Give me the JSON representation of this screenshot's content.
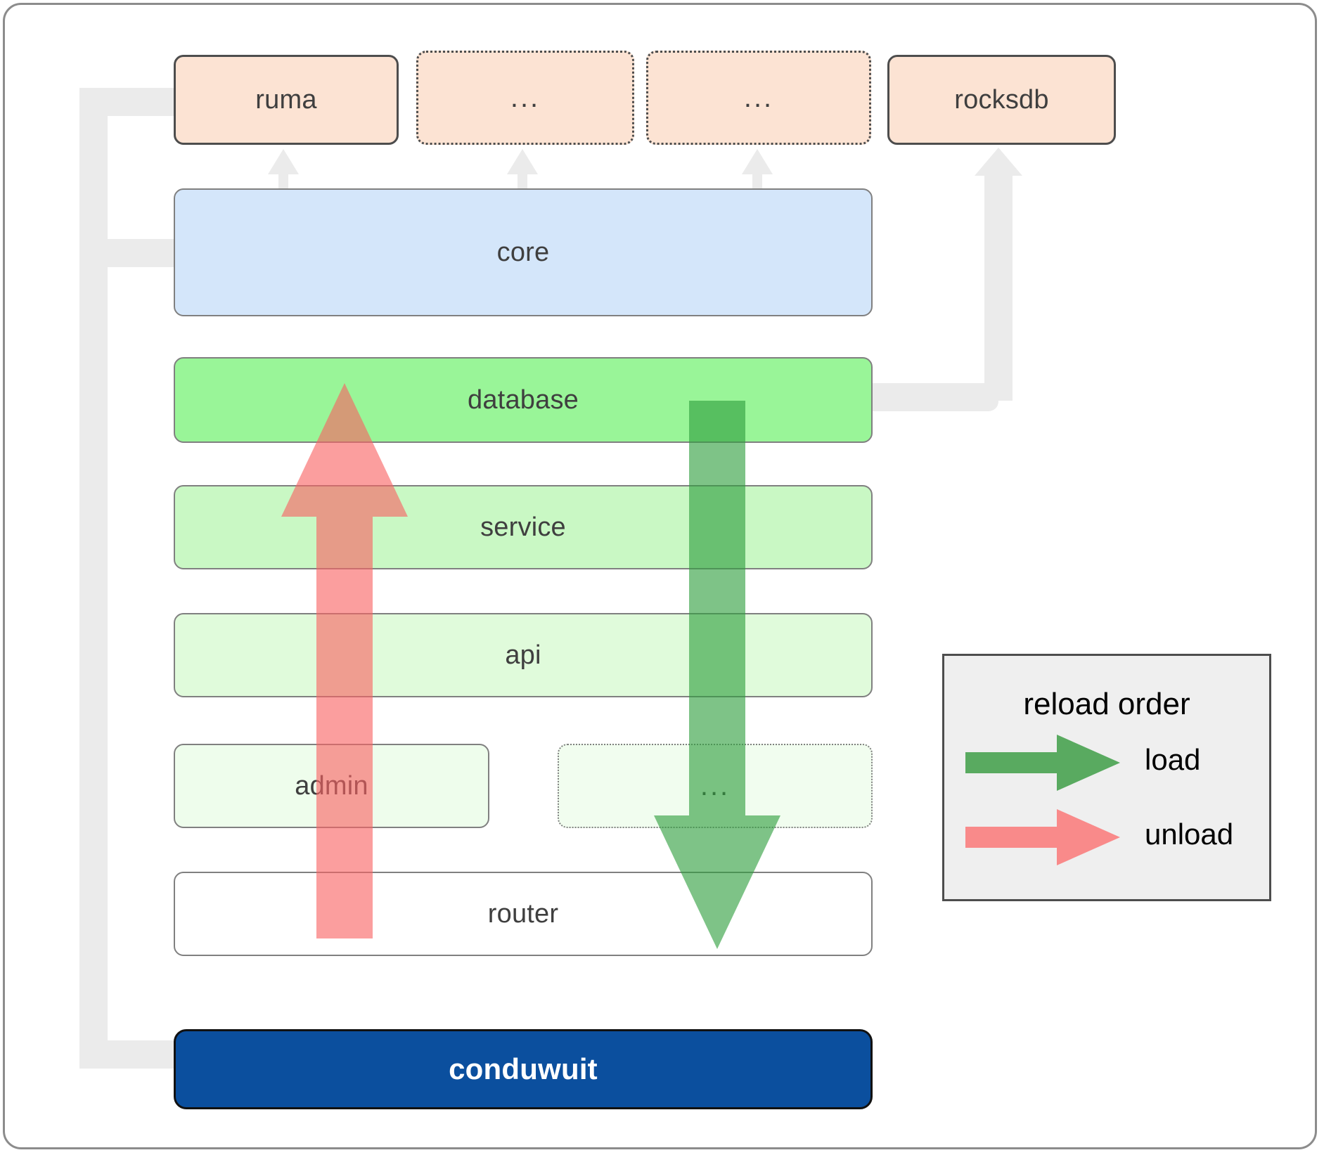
{
  "diagram": {
    "title": "conduwuit crate layering / reload order",
    "colors": {
      "dependency": "#fce3d3",
      "core": "#d4e6fa",
      "database": "#99f598",
      "service": "#c9f8c4",
      "api": "#e0fbdb",
      "admin": "#eefdec",
      "router": "#ffffff",
      "app": "#0b4f9e",
      "load_arrow": "#4caf50",
      "unload_arrow": "#f98080",
      "connector": "#ebebeb",
      "legend_background": "#efefef",
      "frame_border": "#8c8c8c"
    },
    "dependencies": [
      {
        "label": "ruma",
        "style": "solid"
      },
      {
        "label": "...",
        "style": "dotted"
      },
      {
        "label": "...",
        "style": "dotted"
      },
      {
        "label": "rocksdb",
        "style": "solid"
      }
    ],
    "layers": [
      {
        "label": "core",
        "style": "solid"
      },
      {
        "label": "database",
        "style": "solid"
      },
      {
        "label": "service",
        "style": "solid"
      },
      {
        "label": "api",
        "style": "solid"
      }
    ],
    "admin_row": [
      {
        "label": "admin",
        "style": "solid"
      },
      {
        "label": "...",
        "style": "dotted"
      }
    ],
    "router": {
      "label": "router",
      "style": "solid"
    },
    "app": {
      "label": "conduwuit"
    }
  },
  "legend": {
    "title": "reload order",
    "items": [
      {
        "label": "load",
        "color": "#4caf50"
      },
      {
        "label": "unload",
        "color": "#f98080"
      }
    ]
  }
}
